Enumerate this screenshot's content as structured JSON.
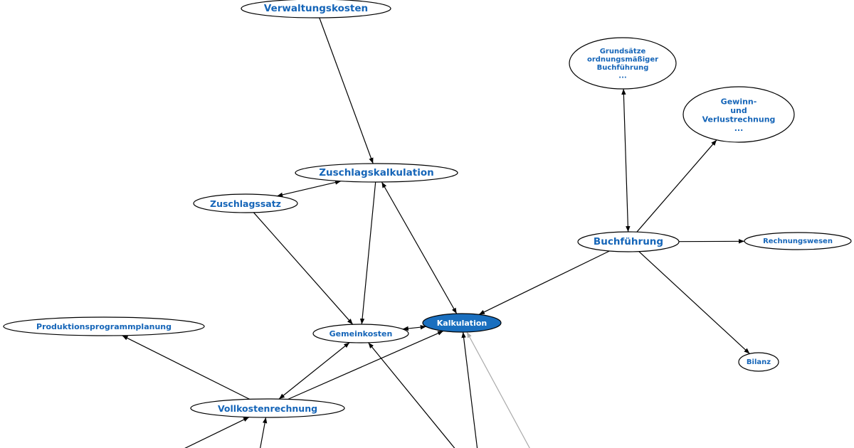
{
  "nodes": [
    {
      "id": "verwaltungskosten",
      "label": "Verwaltungskosten",
      "active": false
    },
    {
      "id": "zuschlagskalkulation",
      "label": "Zuschlagskalkulation",
      "active": false
    },
    {
      "id": "zuschlagssatz",
      "label": "Zuschlagssatz",
      "active": false
    },
    {
      "id": "gemeinkosten",
      "label": "Gemeinkosten",
      "active": false
    },
    {
      "id": "kalkulation",
      "label": "Kalkulation",
      "active": true
    },
    {
      "id": "buchfuehrung",
      "label": "Buchführung",
      "active": false
    },
    {
      "id": "rechnungswesen",
      "label": "Rechnungswesen",
      "active": false
    },
    {
      "id": "bilanz",
      "label": "Bilanz",
      "active": false
    },
    {
      "id": "gob",
      "label": "Grundsätze\nordnungsmäßiger\nBuchführung\n...",
      "active": false
    },
    {
      "id": "guv",
      "label": "Gewinn-\nund\nVerlustrechnung\n...",
      "active": false
    },
    {
      "id": "produktionsprogrammplanung",
      "label": "Produktionsprogrammplanung",
      "active": false
    },
    {
      "id": "vollkostenrechnung",
      "label": "Vollkostenrechnung",
      "active": false
    }
  ],
  "edges": [
    {
      "from": "verwaltungskosten",
      "to": "zuschlagskalkulation",
      "dir": "forward"
    },
    {
      "from": "zuschlagssatz",
      "to": "zuschlagskalkulation",
      "dir": "both"
    },
    {
      "from": "zuschlagskalkulation",
      "to": "gemeinkosten",
      "dir": "forward"
    },
    {
      "from": "zuschlagskalkulation",
      "to": "kalkulation",
      "dir": "both"
    },
    {
      "from": "zuschlagssatz",
      "to": "gemeinkosten",
      "dir": "forward"
    },
    {
      "from": "gemeinkosten",
      "to": "kalkulation",
      "dir": "both"
    },
    {
      "from": "buchfuehrung",
      "to": "kalkulation",
      "dir": "forward"
    },
    {
      "from": "buchfuehrung",
      "to": "gob",
      "dir": "both"
    },
    {
      "from": "buchfuehrung",
      "to": "guv",
      "dir": "forward"
    },
    {
      "from": "buchfuehrung",
      "to": "rechnungswesen",
      "dir": "forward"
    },
    {
      "from": "buchfuehrung",
      "to": "bilanz",
      "dir": "forward"
    },
    {
      "from": "vollkostenrechnung",
      "to": "produktionsprogrammplanung",
      "dir": "forward"
    },
    {
      "from": "vollkostenrechnung",
      "to": "gemeinkosten",
      "dir": "both"
    },
    {
      "from": "vollkostenrechnung",
      "to": "kalkulation",
      "dir": "forward"
    },
    {
      "from": "offscreen-1",
      "to": "vollkostenrechnung",
      "dir": "forward"
    },
    {
      "from": "offscreen-2",
      "to": "vollkostenrechnung",
      "dir": "forward"
    },
    {
      "from": "offscreen-3",
      "to": "gemeinkosten",
      "dir": "forward"
    },
    {
      "from": "offscreen-4",
      "to": "kalkulation",
      "dir": "forward"
    },
    {
      "from": "offscreen-5",
      "to": "kalkulation",
      "dir": "forward",
      "style": "gray"
    }
  ],
  "colors": {
    "label": "#1565b8",
    "active_fill": "#1a6fbf",
    "active_label": "#ffffff",
    "edge": "#000000",
    "edge_faint": "#aaaaaa"
  }
}
